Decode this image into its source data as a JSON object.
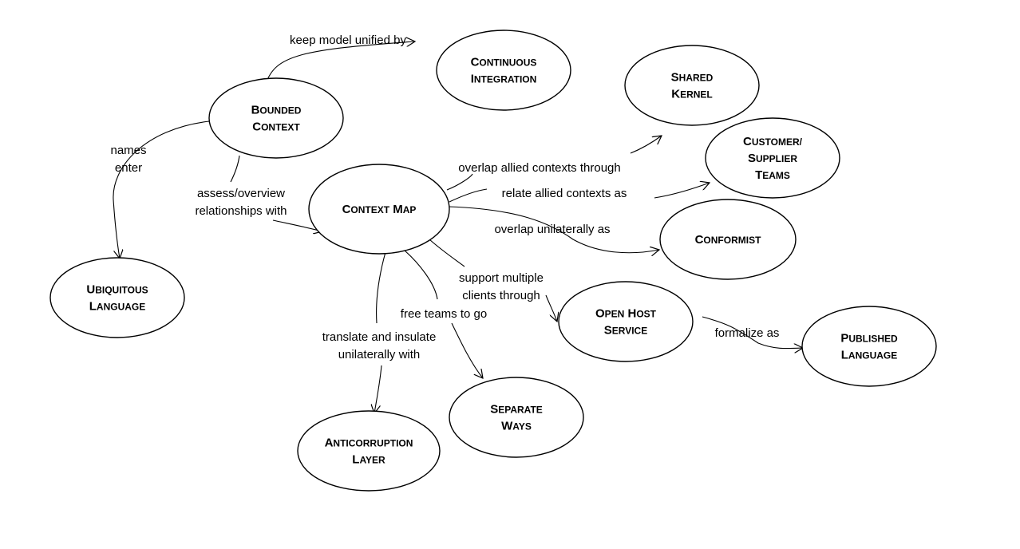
{
  "nodes": {
    "bounded_context": {
      "lines": [
        "Bounded",
        "Context"
      ]
    },
    "continuous_integration": {
      "lines": [
        "Continuous",
        "Integration"
      ]
    },
    "shared_kernel": {
      "lines": [
        "Shared",
        "Kernel"
      ]
    },
    "customer_supplier": {
      "lines": [
        "Customer/",
        "Supplier",
        "Teams"
      ]
    },
    "context_map": {
      "lines": [
        "Context Map"
      ]
    },
    "conformist": {
      "lines": [
        "Conformist"
      ]
    },
    "ubiquitous_language": {
      "lines": [
        "Ubiquitous",
        "Language"
      ]
    },
    "open_host_service": {
      "lines": [
        "Open Host",
        "Service"
      ]
    },
    "published_language": {
      "lines": [
        "Published",
        "Language"
      ]
    },
    "separate_ways": {
      "lines": [
        "Separate",
        "Ways"
      ]
    },
    "anticorruption_layer": {
      "lines": [
        "Anticorruption",
        "Layer"
      ]
    }
  },
  "edges": {
    "keep_unified": [
      "keep model unified by"
    ],
    "names_enter": [
      "names",
      "enter"
    ],
    "assess": [
      "assess/overview",
      "relationships with"
    ],
    "overlap_allied": [
      "overlap allied contexts through"
    ],
    "relate_allied": [
      "relate allied contexts as"
    ],
    "overlap_unilateral": [
      "overlap unilaterally as"
    ],
    "support_multiple": [
      "support multiple",
      "clients through"
    ],
    "formalize": [
      "formalize as"
    ],
    "free_teams": [
      "free teams to go"
    ],
    "translate": [
      "translate and insulate",
      "unilaterally with"
    ]
  }
}
